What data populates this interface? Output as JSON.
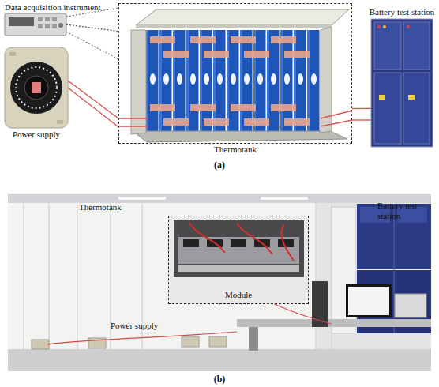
{
  "diagram": {
    "nodes": [
      {
        "text": [
          "Data acquisition instrument"
        ]
      },
      {
        "text": [
          "Thermotank"
        ]
      },
      {
        "text": [
          "Battery test station"
        ]
      },
      {
        "text": [
          "Power supply"
        ]
      },
      {
        "text": [
          "Module"
        ]
      }
    ],
    "edges": [
      {
        "from": 0,
        "to": 1,
        "arrow": "none"
      },
      {
        "from": 3,
        "to": 1,
        "arrow": "none"
      },
      {
        "from": 2,
        "to": 1,
        "arrow": "none"
      }
    ],
    "labels": [
      "(a)",
      "Thermotank",
      "Battery test station",
      "Power supply",
      "(b)"
    ]
  }
}
